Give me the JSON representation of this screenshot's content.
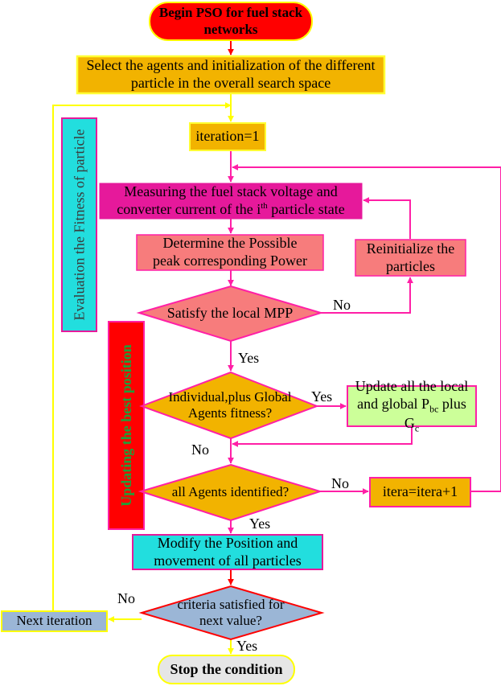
{
  "nodes": {
    "begin": "Begin PSO for fuel stack networks",
    "select": "Select the agents and initialization of the different particle in the overall search space",
    "iteration": "iteration=1",
    "measure_1": "Measuring the fuel stack voltage and converter current of the i",
    "measure_sup": "th",
    "measure_2": " particle state",
    "determine": "Determine the  Possible peak corresponding Power",
    "reinit": "Reinitialize the particles",
    "satisfy": "Satisfy the local MPP",
    "individual": "Individual,plus Global Agents fitness?",
    "update_1": "Update all the local and global P",
    "update_sub1": "bc",
    "update_2": " plus G",
    "update_sub2": "c",
    "all_agents": "all Agents identified?",
    "itera": "itera=itera+1",
    "modify": "Modify the Position and movement of all particles",
    "criteria": "criteria satisfied for next value?",
    "next_iter": "Next iteration",
    "stop": "Stop the condition"
  },
  "side_labels": {
    "evaluation": "Evaluation the Fitness of particle",
    "updating": "Updating the best position"
  },
  "edge_labels": {
    "satisfy_no": "No",
    "satisfy_yes": "Yes",
    "individual_yes": "Yes",
    "individual_no": "No",
    "all_no": "No",
    "all_yes": "Yes",
    "criteria_no": "No",
    "criteria_yes": "Yes"
  },
  "colors": {
    "begin_fill": "#ff0000",
    "begin_border": "#ffff00",
    "gold_fill": "#f2b300",
    "gold_border": "#ffff33",
    "magenta": "#e6199b",
    "connector": "#ff1fa6",
    "salmon": "#f77c7c",
    "light_green": "#ccff99",
    "cyan": "#22dede",
    "steel": "#9bb6d6",
    "red": "#ff0000",
    "yellow": "#ffff00",
    "stop_fill": "#e6e6e6",
    "green_text": "#1aa33a"
  }
}
